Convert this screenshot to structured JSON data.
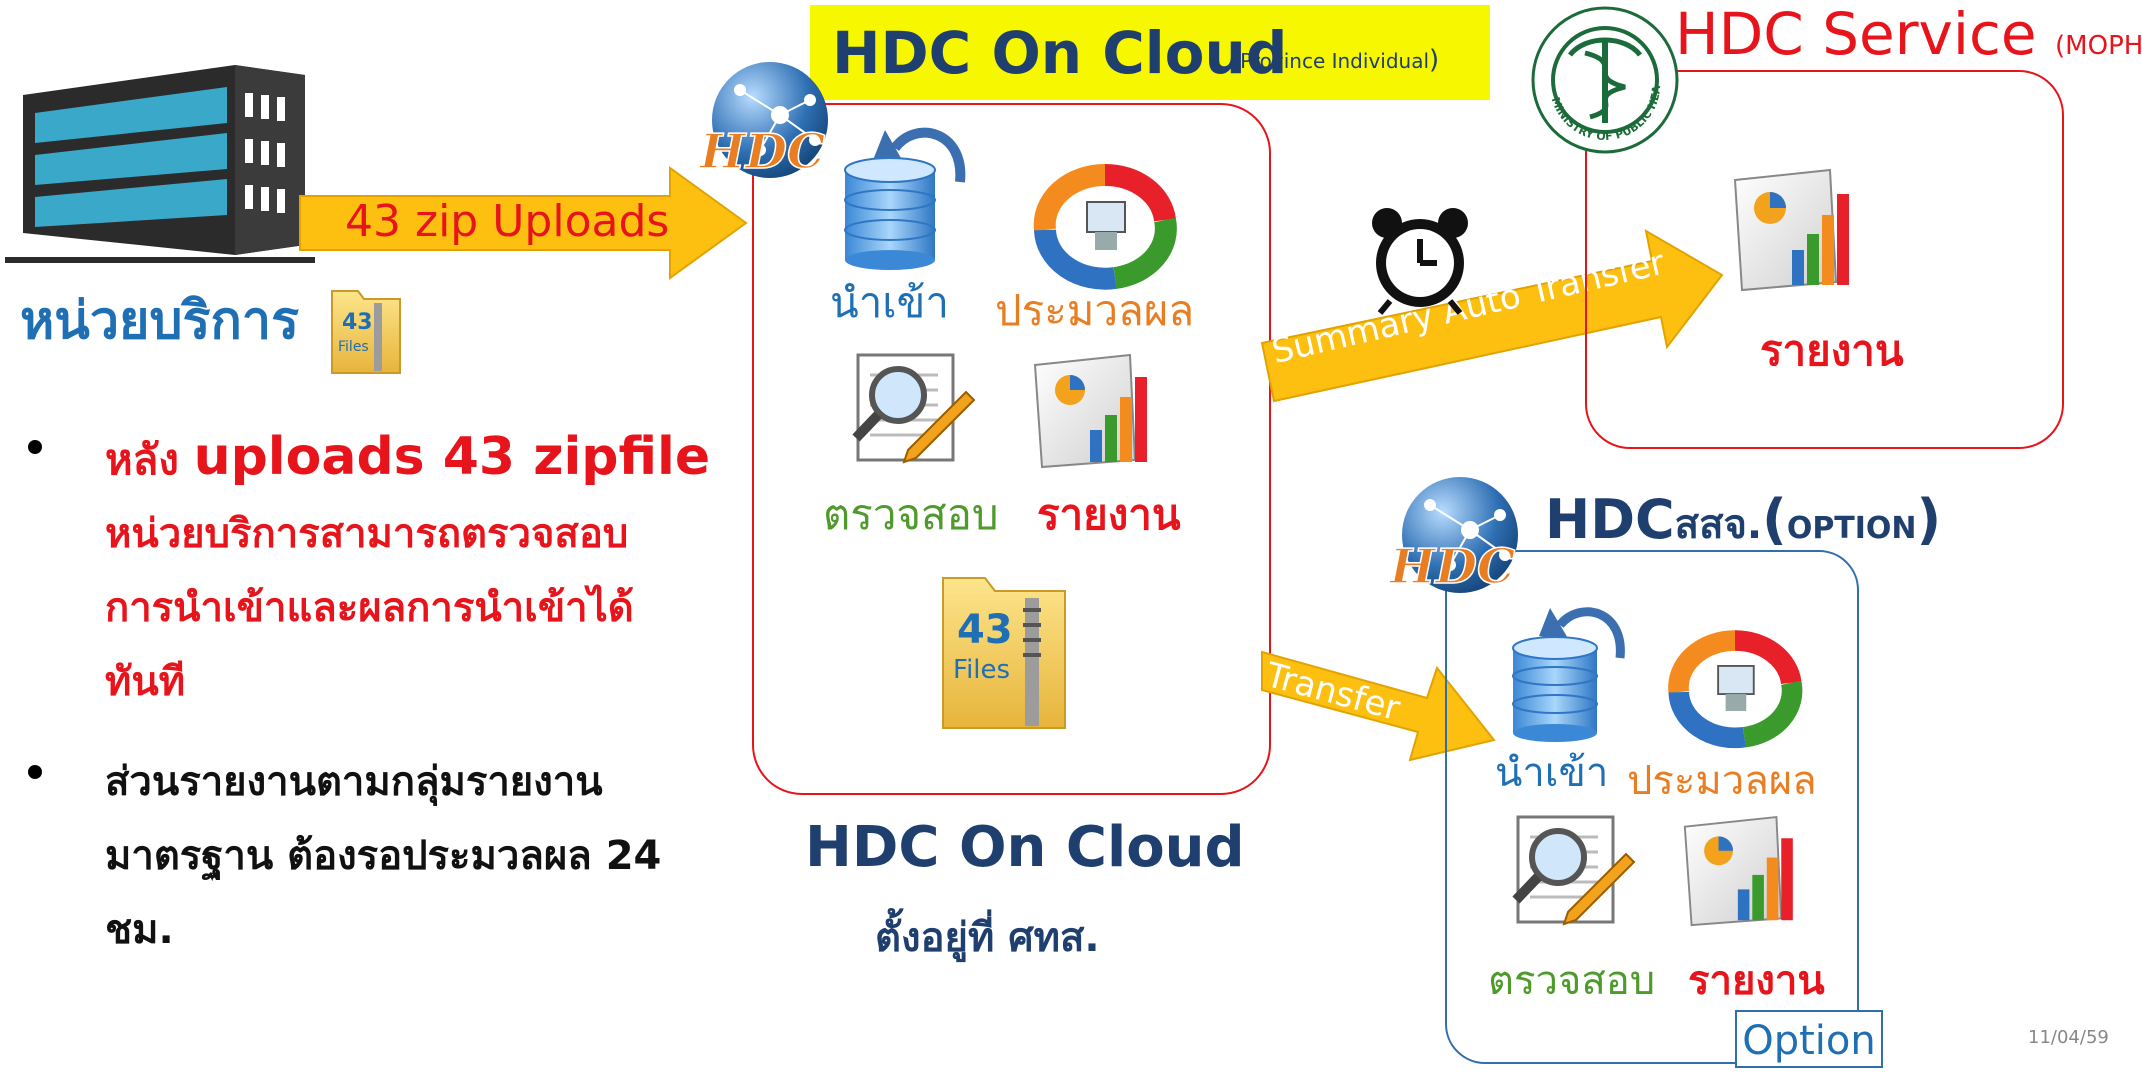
{
  "colors": {
    "red": "#e8141c",
    "blue": "#1f6fb5",
    "navy": "#1f3f6e",
    "green": "#4e9a2b",
    "orange": "#e87d22",
    "arrow": "#fdc010",
    "yellow": "#f7f700"
  },
  "service_unit": {
    "label": "หน่วยบริการ",
    "upload_arrow": "43 zip Uploads",
    "files_icon_text": "43",
    "files_icon_sub": "Files"
  },
  "bullets": [
    {
      "lead": "หลัง ",
      "emph": "uploads 43 zipfile",
      "text": "หน่วยบริการสามารถตรวจสอบ การนำเข้าและผลการนำเข้าได้ ทันที"
    },
    {
      "text": "ส่วนรายงานตามกลุ่มรายงาน มาตรฐาน  ต้องรอประมวลผล 24 ชม."
    }
  ],
  "hdc_cloud": {
    "header": "HDC On Cloud",
    "header_sub": "Province Individual",
    "logo_text": "HDC",
    "import_label": "นำเข้า",
    "process_label": "ประมวลผล",
    "check_label": "ตรวจสอบ",
    "report_label": "รายงาน",
    "files_text": "43",
    "files_sub": "Files",
    "bottom_title": "HDC On Cloud",
    "bottom_sub": "ตั้งอยู่ที่ ศทส."
  },
  "transfer_top": "Summary Auto Transfer",
  "transfer_bottom": "Transfer",
  "hdc_service": {
    "title": "HDC Service",
    "title_sub": "MOPH",
    "seal_text": "MINISTRY OF PUBLIC HEALTH",
    "report_label": "รายงาน"
  },
  "hdc_ssj": {
    "title_en": "HDC",
    "title_th": "สสจ.",
    "title_option": "OPTION",
    "logo_text": "HDC",
    "import_label": "นำเข้า",
    "process_label": "ประมวลผล",
    "check_label": "ตรวจสอบ",
    "report_label": "รายงาน",
    "option_tag": "Option"
  },
  "footer_date": "11/04/59"
}
